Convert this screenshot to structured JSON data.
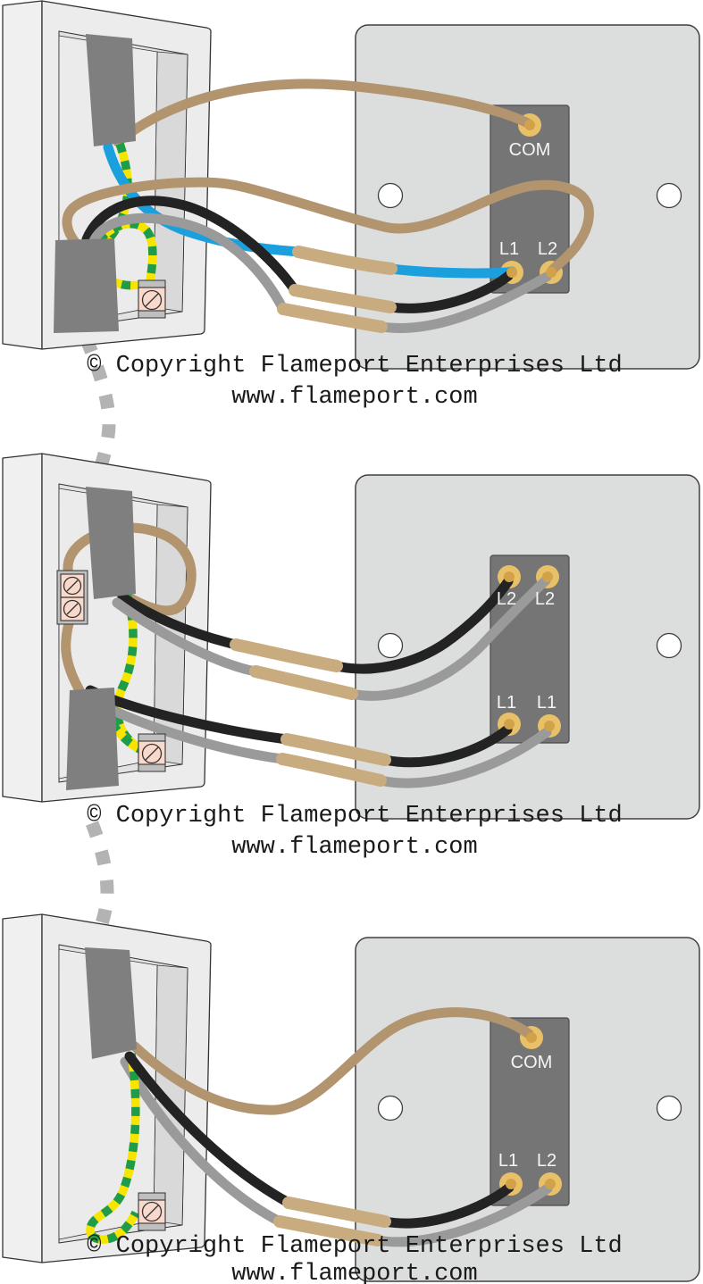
{
  "colors": {
    "wire_brown": "#b2946f",
    "wire_blue": "#1b9fdd",
    "wire_black": "#232323",
    "wire_gray": "#9a9a9a",
    "sleeve_tan": "#c9ab80",
    "earth_green": "#1f9c49",
    "earth_yellow": "#f7e500",
    "plate_gray": "#dcdddd",
    "terminal_block_gray": "#757575",
    "terminal_gold": "#e8c067",
    "wire_end_gold": "#d2a24b",
    "sheath_gray": "#7f7f7f",
    "box_face": "#ececec",
    "box_inner": "#e2e2e2",
    "box_back": "#ebebeb",
    "box_side": "#d9d9d9",
    "connector_pink": "#f9d9cb",
    "connector_cap_gray": "#bfbfbf",
    "dash_gray": "#b3b3b3",
    "outline": "#333333",
    "label_text": "#f5f5f5",
    "copyright_text": "#1a1a1a"
  },
  "copyright": {
    "line1": "© Copyright Flameport Enterprises Ltd",
    "line2": "www.flameport.com"
  },
  "panels": [
    {
      "name": "two-way-switch-1",
      "terminals": {
        "com": "COM",
        "l1": "L1",
        "l2": "L2"
      }
    },
    {
      "name": "intermediate-switch",
      "terminals": {
        "l2_left": "L2",
        "l2_right": "L2",
        "l1_left": "L1",
        "l1_right": "L1"
      }
    },
    {
      "name": "two-way-switch-2",
      "terminals": {
        "com": "COM",
        "l1": "L1",
        "l2": "L2"
      }
    }
  ]
}
